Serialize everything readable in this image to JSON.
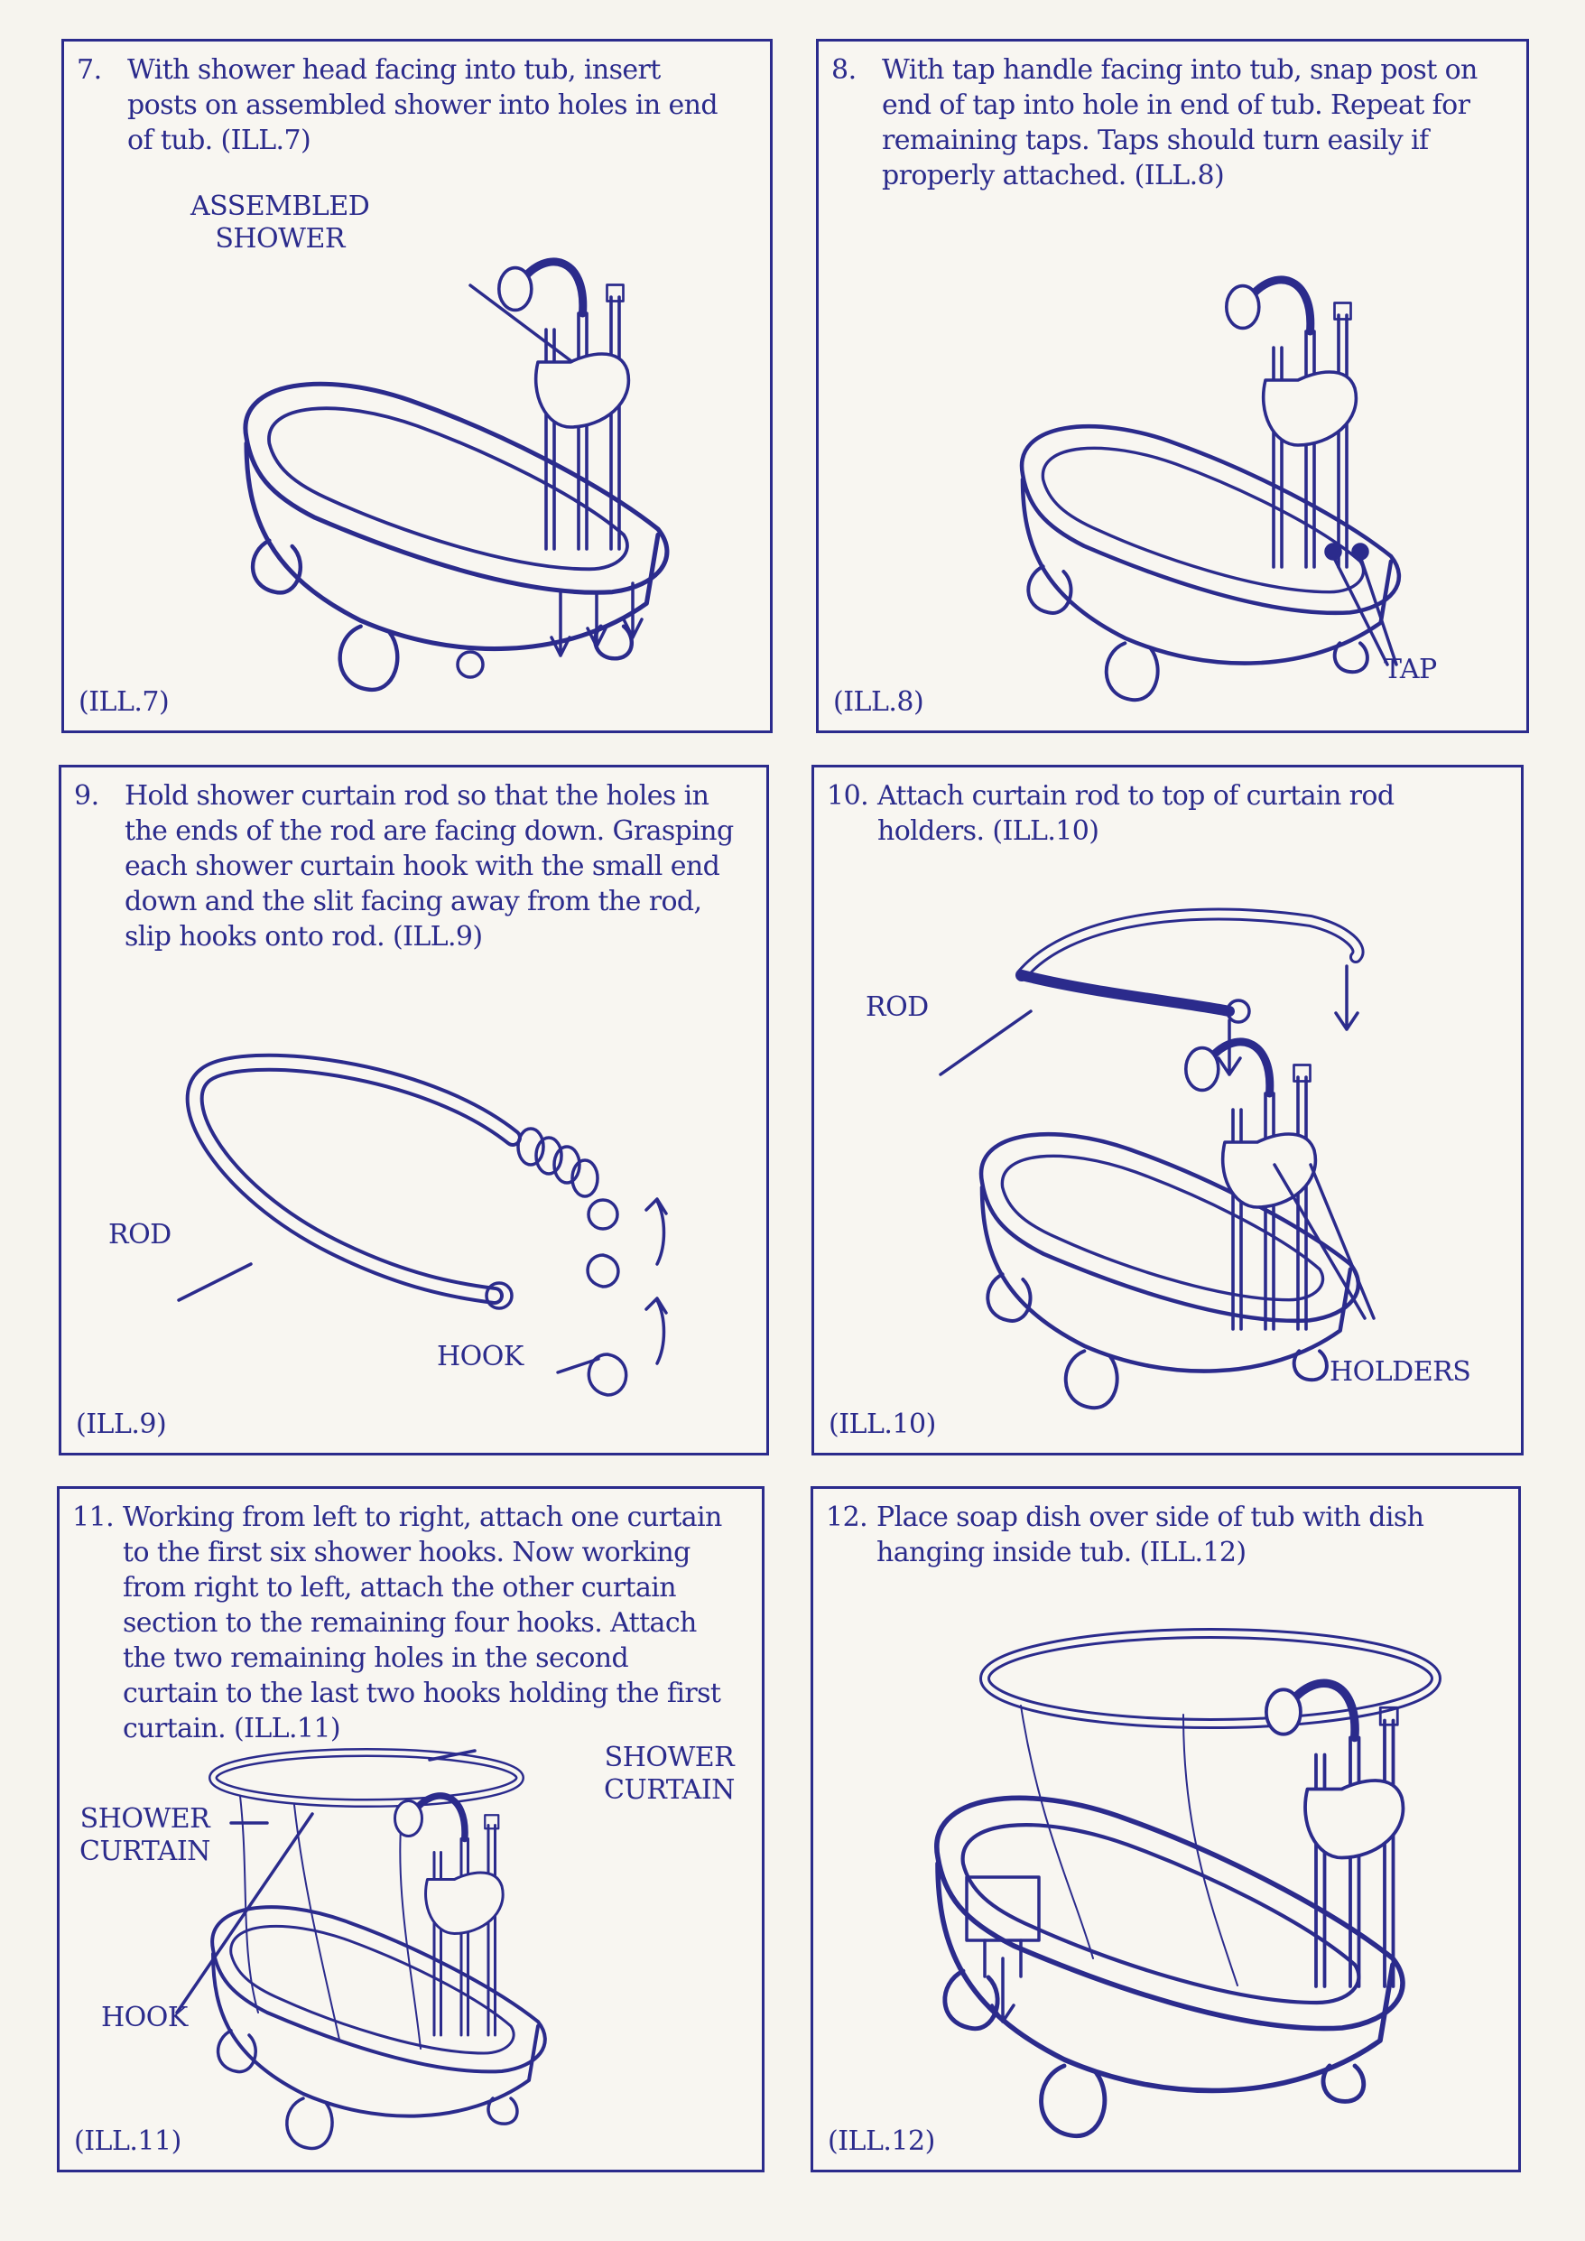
{
  "colors": {
    "ink": "#2b2b8c",
    "paper": "#f6f4ee"
  },
  "steps": [
    {
      "number": "7.",
      "lines": [
        "With shower head facing into tub, insert",
        "posts on assembled shower into holes in end",
        "of tub. (ILL.7)"
      ],
      "illustration": "(ILL.7)",
      "labels": {
        "assembled_shower": [
          "ASSEMBLED",
          "SHOWER"
        ]
      }
    },
    {
      "number": "8.",
      "lines": [
        "With tap handle facing into tub, snap post on",
        "end of tap into hole in end of tub. Repeat for",
        "remaining taps. Taps should turn easily if",
        "properly attached. (ILL.8)"
      ],
      "illustration": "(ILL.8)",
      "labels": {
        "tap": "TAP"
      }
    },
    {
      "number": "9.",
      "lines": [
        "Hold shower curtain rod so that the holes in",
        "the ends of the rod are facing down. Grasping",
        "each shower curtain hook with the small end",
        "down and the slit facing away from the rod,",
        "slip hooks onto rod. (ILL.9)"
      ],
      "illustration": "(ILL.9)",
      "labels": {
        "rod": "ROD",
        "hook": "HOOK"
      }
    },
    {
      "number": "10.",
      "lines": [
        "Attach curtain rod to top of curtain rod",
        "holders. (ILL.10)"
      ],
      "illustration": "(ILL.10)",
      "labels": {
        "rod": "ROD",
        "holders": "HOLDERS"
      }
    },
    {
      "number": "11.",
      "lines": [
        "Working from left to right, attach one curtain",
        "to the first six shower hooks. Now working",
        "from right to left, attach the other curtain",
        "section to the remaining four hooks. Attach",
        "the two remaining holes in the second",
        "curtain to the last two hooks holding the first",
        "curtain. (ILL.11)"
      ],
      "illustration": "(ILL.11)",
      "labels": {
        "shower_curtain_right": [
          "SHOWER",
          "CURTAIN"
        ],
        "shower_curtain_left": [
          "SHOWER",
          "CURTAIN"
        ],
        "hook": "HOOK"
      }
    },
    {
      "number": "12.",
      "lines": [
        "Place soap dish over side of tub with dish",
        "hanging inside tub. (ILL.12)"
      ],
      "illustration": "(ILL.12)",
      "labels": {}
    }
  ]
}
